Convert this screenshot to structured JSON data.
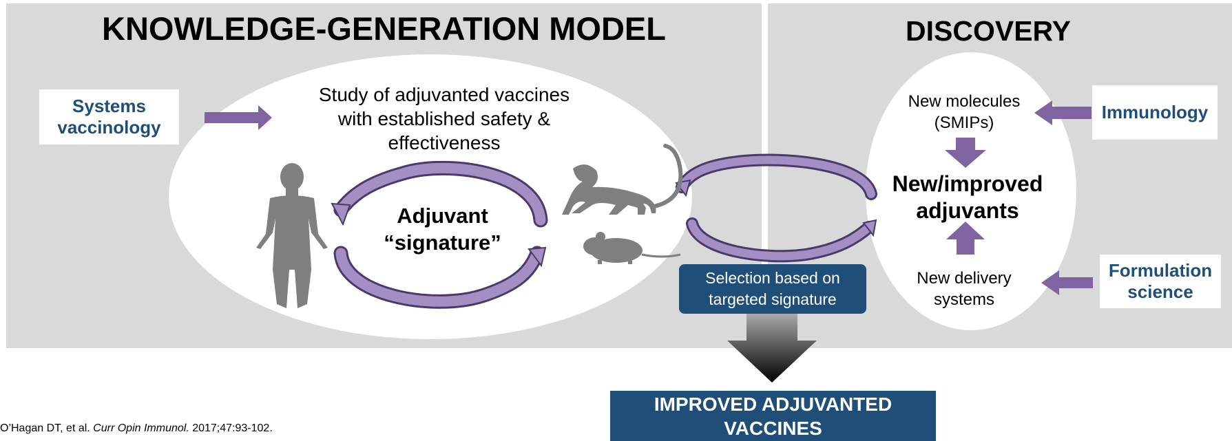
{
  "left_panel": {
    "title": "KNOWLEDGE-GENERATION MODEL",
    "systems_box": "Systems\nvaccinology",
    "study_text": "Study of adjuvanted vaccines\nwith established safety &\neffectiveness",
    "signature_text": "Adjuvant\n“signature”"
  },
  "right_panel": {
    "title": "DISCOVERY",
    "new_molecules": "New molecules\n(SMIPs)",
    "new_adjuvants": "New/improved\nadjuvants",
    "new_delivery": "New delivery\nsystems",
    "immunology_box": "Immunology",
    "formulation_box": "Formulation\nscience"
  },
  "selection_box": "Selection based on\ntargeted signature",
  "result_box": "IMPROVED ADJUVANTED\nVACCINES",
  "citation": {
    "authors": "O’Hagan DT, et al. ",
    "journal": "Curr Opin Immunol.",
    "details": " 2017;47:93-102."
  },
  "icons": [
    "human-figure-icon",
    "monkey-icon",
    "mouse-icon",
    "cycle-arrows-icon"
  ],
  "colors": {
    "panel_bg": "#d9d9d9",
    "arrow_purple": "#8064a2",
    "box_text_blue": "#1f4e79",
    "selection_bg": "#1f4e79",
    "silhouette_gray": "#7f7f7f"
  }
}
